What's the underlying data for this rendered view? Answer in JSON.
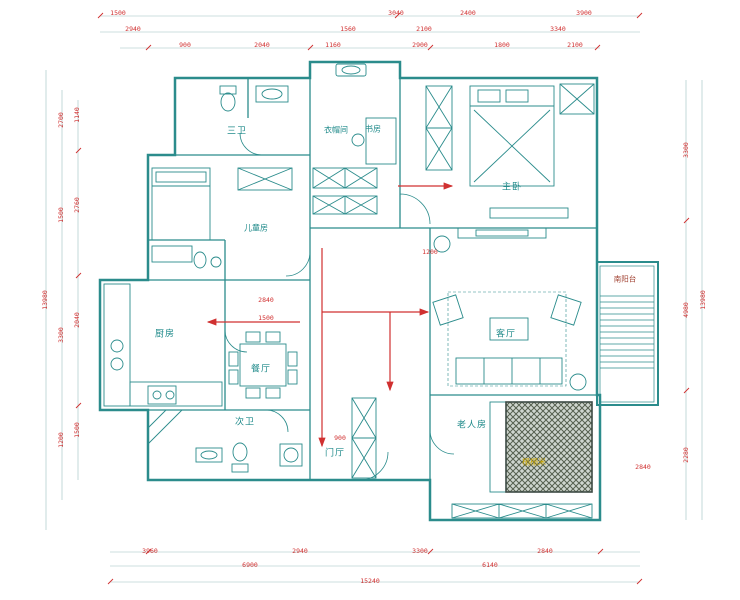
{
  "rooms": [
    {
      "id": "bath-3",
      "label": "三卫"
    },
    {
      "id": "cloak",
      "label": "衣帽间"
    },
    {
      "id": "study",
      "label": "书房"
    },
    {
      "id": "master",
      "label": "主卧"
    },
    {
      "id": "kids",
      "label": "儿童房"
    },
    {
      "id": "kitchen",
      "label": "厨房"
    },
    {
      "id": "dining",
      "label": "餐厅"
    },
    {
      "id": "bath-2",
      "label": "次卫"
    },
    {
      "id": "foyer",
      "label": "门厅"
    },
    {
      "id": "living",
      "label": "客厅"
    },
    {
      "id": "elder",
      "label": "老人房"
    },
    {
      "id": "tatami",
      "label": "榻榻米"
    },
    {
      "id": "balcony",
      "label": "南阳台"
    }
  ],
  "dims": {
    "top1": [
      "1500",
      "3040",
      "2400",
      "3900"
    ],
    "top2": [
      "2940",
      "1560",
      "2100",
      "3340"
    ],
    "top3": [
      "900",
      "2040",
      "1160",
      "2900",
      "1800",
      "2100"
    ],
    "left1": [
      "13980"
    ],
    "left2": [
      "2700",
      "1500",
      "3300",
      "1200"
    ],
    "left3": [
      "1140",
      "2760",
      "2040",
      "1500"
    ],
    "right1": [
      "3300",
      "4980",
      "2280"
    ],
    "right2": [
      "13980"
    ],
    "bottom1": [
      "3960",
      "2940",
      "3300",
      "2840"
    ],
    "bottom2": [
      "6900",
      "6140"
    ],
    "bottom3": [
      "15240"
    ],
    "interior": [
      "2840",
      "1500",
      "1200",
      "900",
      "2840"
    ]
  },
  "colors": {
    "wall": "#2b8c8c",
    "dimension_text": "#d03030",
    "flow_arrow": "#d03030",
    "tatami_label": "#c8a400",
    "balcony_label": "#a04030"
  }
}
